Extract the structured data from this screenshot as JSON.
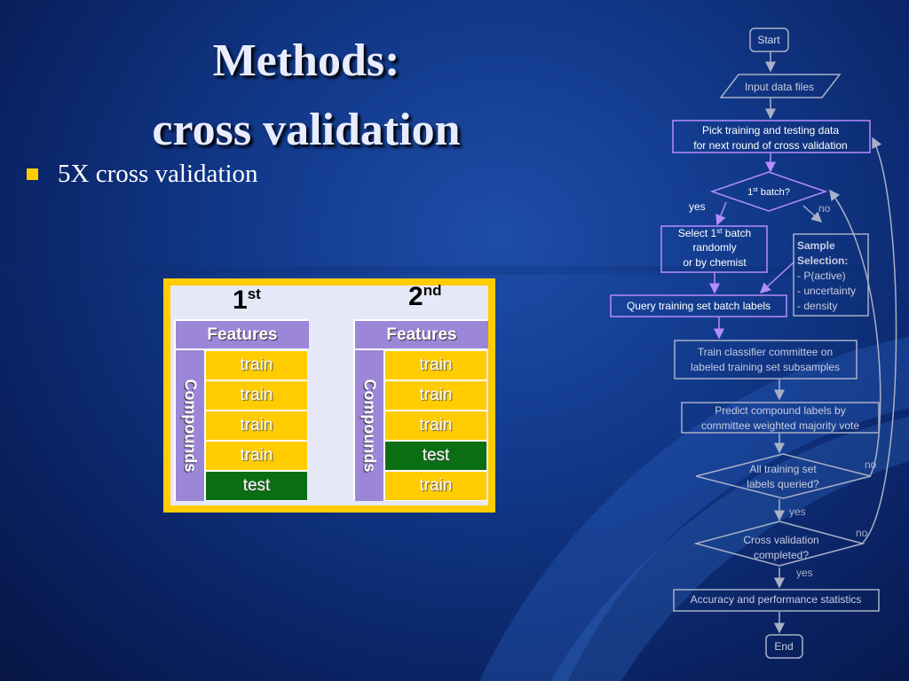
{
  "slide": {
    "title_line1": "Methods:",
    "title_line2": "cross validation",
    "bullet": "5X cross validation"
  },
  "figure": {
    "round1": {
      "num": "1",
      "sup": "st"
    },
    "round2": {
      "num": "2",
      "sup": "nd"
    },
    "table1": {
      "header": "Features",
      "side": "Compounds",
      "cells": [
        "train",
        "train",
        "train",
        "train",
        "test"
      ]
    },
    "table2": {
      "header": "Features",
      "side": "Compounds",
      "cells": [
        "train",
        "train",
        "train",
        "test",
        "train"
      ]
    }
  },
  "flowchart": {
    "start": "Start",
    "input": "Input data files",
    "pick_line1": "Pick training and testing data",
    "pick_line2": "for next round of cross validation",
    "batch_q_num": "1",
    "batch_q_sup": "st",
    "batch_q_rest": " batch?",
    "yes1": "yes",
    "no1": "no",
    "select_line1_a": "Select 1",
    "select_line1_sup": "st",
    "select_line1_b": " batch",
    "select_line2": "randomly",
    "select_line3": "or by chemist",
    "sample_title1": "Sample",
    "sample_title2": "Selection:",
    "sample_item1": "- P(active)",
    "sample_item2": "- uncertainty",
    "sample_item3": "- density",
    "query": "Query training set batch labels",
    "train_line1": "Train classifier committee on",
    "train_line2": "labeled training set subsamples",
    "predict_line1": "Predict compound labels by",
    "predict_line2": "committee weighted majority vote",
    "all_q_line1": "All training set",
    "all_q_line2": "labels queried?",
    "no2": "no",
    "yes2": "yes",
    "cv_q_line1": "Cross validation",
    "cv_q_line2": "completed?",
    "no3": "no",
    "yes3": "yes",
    "accuracy": "Accuracy and performance statistics",
    "end": "End"
  },
  "colors": {
    "gold": "#ffcc00",
    "purple": "#9b86d8",
    "test_green": "#0a6f12",
    "flow_white": "#ffffff",
    "flow_gray": "#a8b0c8",
    "flow_purple": "#b58cff"
  }
}
